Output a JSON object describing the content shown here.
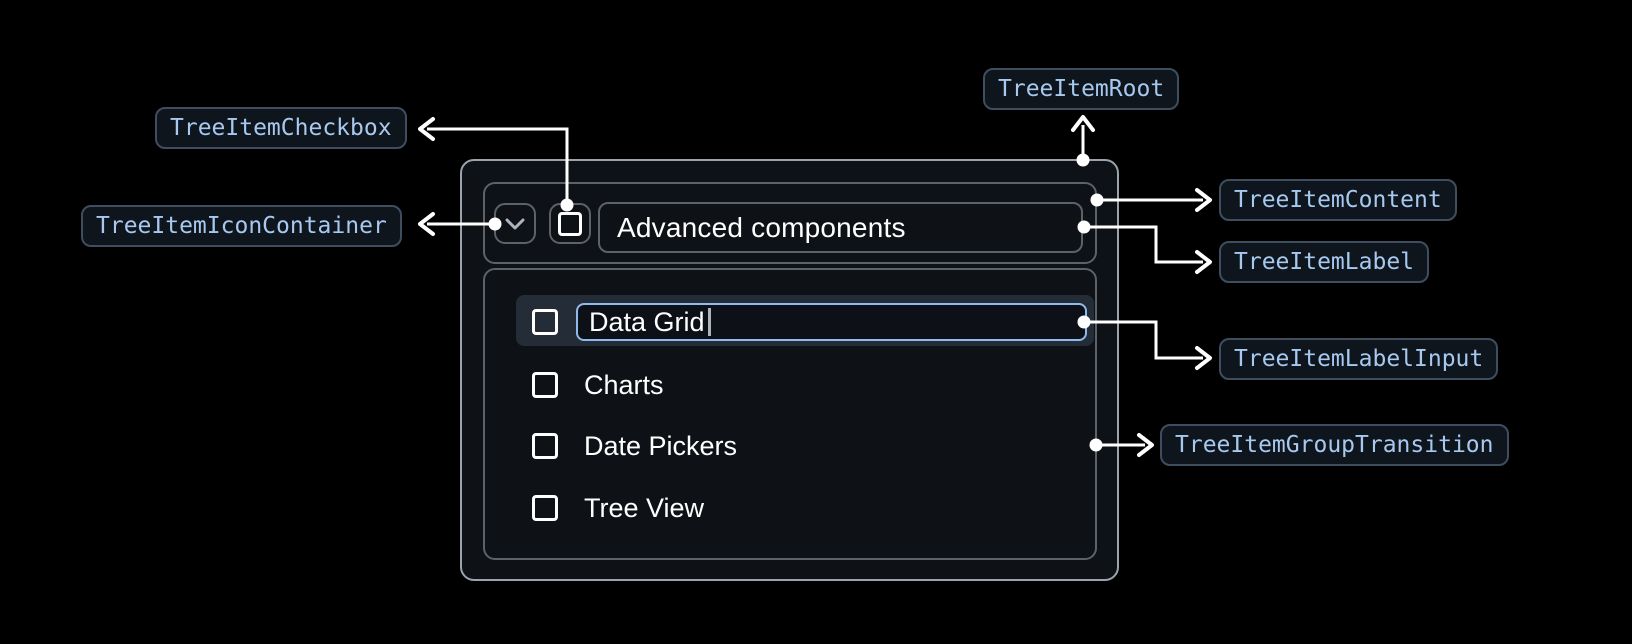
{
  "annotations": {
    "checkbox": "TreeItemCheckbox",
    "icon_container": "TreeItemIconContainer",
    "root": "TreeItemRoot",
    "content": "TreeItemContent",
    "label": "TreeItemLabel",
    "label_input": "TreeItemLabelInput",
    "group_transition": "TreeItemGroupTransition"
  },
  "tree": {
    "parent": {
      "label": "Advanced components",
      "expanded": true,
      "checkbox_checked": false
    },
    "items": [
      {
        "label": "Data Grid",
        "editing": true,
        "checkbox_checked": false
      },
      {
        "label": "Charts",
        "editing": false,
        "checkbox_checked": false
      },
      {
        "label": "Date Pickers",
        "editing": false,
        "checkbox_checked": false
      },
      {
        "label": "Tree View",
        "editing": false,
        "checkbox_checked": false
      }
    ]
  },
  "icons": {
    "expand": "chevron-down-icon",
    "checkbox": "checkbox-unchecked-icon"
  },
  "colors": {
    "page_background": "#000000",
    "component_background": "#0E1116",
    "outer_border": "#9BA4AC",
    "inner_border": "#5B6269",
    "row_highlight": "#242C38",
    "input_border": "#90BAEB",
    "badge_text": "#A7C9EF",
    "badge_border": "#3E4E5E",
    "badge_background": "#0F151D",
    "connector": "#FFFFFF",
    "text": "#FFFFFF"
  }
}
